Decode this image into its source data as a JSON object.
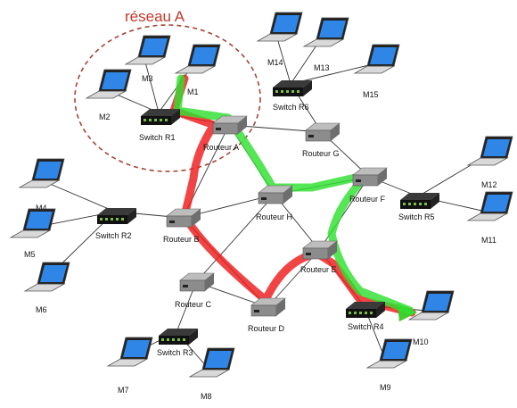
{
  "diagram": {
    "title": "réseau A",
    "colors": {
      "region": "#a5443a",
      "title": "#c0392b",
      "path_red": "#ee1c1c",
      "path_green": "#2ee02e",
      "link": "#333333"
    },
    "nodes": [
      {
        "id": "M1",
        "label": "M1",
        "kind": "laptop"
      },
      {
        "id": "M2",
        "label": "M2",
        "kind": "laptop"
      },
      {
        "id": "M3",
        "label": "M3",
        "kind": "laptop"
      },
      {
        "id": "M4",
        "label": "M4",
        "kind": "laptop"
      },
      {
        "id": "M5",
        "label": "M5",
        "kind": "laptop"
      },
      {
        "id": "M6",
        "label": "M6",
        "kind": "laptop"
      },
      {
        "id": "M7",
        "label": "M7",
        "kind": "laptop"
      },
      {
        "id": "M8",
        "label": "M8",
        "kind": "laptop"
      },
      {
        "id": "M9",
        "label": "M9",
        "kind": "laptop"
      },
      {
        "id": "M10",
        "label": "M10",
        "kind": "laptop"
      },
      {
        "id": "M11",
        "label": "M11",
        "kind": "laptop"
      },
      {
        "id": "M12",
        "label": "M12",
        "kind": "laptop"
      },
      {
        "id": "M13",
        "label": "M13",
        "kind": "laptop"
      },
      {
        "id": "M14",
        "label": "M14",
        "kind": "laptop"
      },
      {
        "id": "M15",
        "label": "M15",
        "kind": "laptop"
      },
      {
        "id": "SR1",
        "label": "Switch R1",
        "kind": "switch"
      },
      {
        "id": "SR2",
        "label": "Switch R2",
        "kind": "switch"
      },
      {
        "id": "SR3",
        "label": "Switch R3",
        "kind": "switch"
      },
      {
        "id": "SR4",
        "label": "Switch R4",
        "kind": "switch"
      },
      {
        "id": "SR5",
        "label": "Switch R5",
        "kind": "switch"
      },
      {
        "id": "SR6",
        "label": "Switch R6",
        "kind": "switch"
      },
      {
        "id": "RA",
        "label": "Routeur A",
        "kind": "router"
      },
      {
        "id": "RB",
        "label": "Routeur B",
        "kind": "router"
      },
      {
        "id": "RC",
        "label": "Routeur C",
        "kind": "router"
      },
      {
        "id": "RD",
        "label": "Routeur D",
        "kind": "router"
      },
      {
        "id": "RE",
        "label": "Routeur E",
        "kind": "router"
      },
      {
        "id": "RF",
        "label": "Routeur F",
        "kind": "router"
      },
      {
        "id": "RG",
        "label": "Routeur G",
        "kind": "router"
      },
      {
        "id": "RH",
        "label": "Routeur H",
        "kind": "router"
      }
    ],
    "links": [
      [
        "M1",
        "SR1"
      ],
      [
        "M2",
        "SR1"
      ],
      [
        "M3",
        "SR1"
      ],
      [
        "SR1",
        "RA"
      ],
      [
        "M4",
        "SR2"
      ],
      [
        "M5",
        "SR2"
      ],
      [
        "M6",
        "SR2"
      ],
      [
        "SR2",
        "RB"
      ],
      [
        "M7",
        "SR3"
      ],
      [
        "M8",
        "SR3"
      ],
      [
        "SR3",
        "RC"
      ],
      [
        "M9",
        "SR4"
      ],
      [
        "M10",
        "SR4"
      ],
      [
        "SR4",
        "RE"
      ],
      [
        "M11",
        "SR5"
      ],
      [
        "M12",
        "SR5"
      ],
      [
        "SR5",
        "RF"
      ],
      [
        "M13",
        "SR6"
      ],
      [
        "M14",
        "SR6"
      ],
      [
        "M15",
        "SR6"
      ],
      [
        "SR6",
        "RG"
      ],
      [
        "RA",
        "RB"
      ],
      [
        "RA",
        "RH"
      ],
      [
        "RB",
        "RD"
      ],
      [
        "RB",
        "RH"
      ],
      [
        "RC",
        "RH"
      ],
      [
        "RC",
        "RD"
      ],
      [
        "RD",
        "RE"
      ],
      [
        "RE",
        "RH"
      ],
      [
        "RE",
        "RF"
      ],
      [
        "RF",
        "RG"
      ],
      [
        "RF",
        "RH"
      ],
      [
        "RG",
        "RA"
      ]
    ],
    "paths": [
      {
        "color": "red",
        "route": [
          "M1",
          "SR1",
          "RA",
          "RB",
          "RD",
          "RE",
          "SR4",
          "M10"
        ]
      },
      {
        "color": "green",
        "route": [
          "M1",
          "SR1",
          "RA",
          "RH",
          "RF",
          "RE",
          "SR4",
          "M10"
        ]
      }
    ]
  }
}
